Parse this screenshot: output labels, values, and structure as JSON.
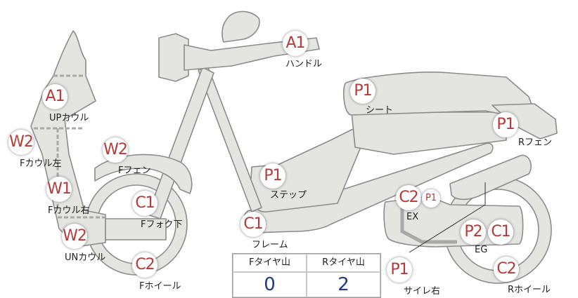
{
  "parts": [
    {
      "id": "handle",
      "grade": "A1",
      "label": "ハンドル"
    },
    {
      "id": "up-cowl",
      "grade": "A1",
      "label": "UPカウル"
    },
    {
      "id": "seat",
      "grade": "P1",
      "label": "シート"
    },
    {
      "id": "r-fender",
      "grade": "P1",
      "label": "Rフェン"
    },
    {
      "id": "f-cowl-left",
      "grade": "W2",
      "label": "Fカウル左"
    },
    {
      "id": "f-fender",
      "grade": "W2",
      "label": "Fフェン"
    },
    {
      "id": "step",
      "grade": "P1",
      "label": "ステップ"
    },
    {
      "id": "f-cowl-right",
      "grade": "W1",
      "label": "Fカウル右"
    },
    {
      "id": "f-fork-lower",
      "grade": "C1",
      "label": "Fフォク下"
    },
    {
      "id": "exhaust",
      "grade": "C2",
      "grade2": "P1",
      "label": "EX"
    },
    {
      "id": "frame",
      "grade": "C1",
      "label": "フレーム"
    },
    {
      "id": "un-cowl",
      "grade": "W2",
      "label": "UNカウル"
    },
    {
      "id": "engine",
      "grade": "P2",
      "grade2": "C1",
      "label": "EG"
    },
    {
      "id": "f-wheel",
      "grade": "C2",
      "label": "Fホイール"
    },
    {
      "id": "muffler-right",
      "grade": "P1",
      "label": "サイレ右"
    },
    {
      "id": "r-wheel",
      "grade": "C2",
      "label": "Rホイール"
    }
  ],
  "tread": {
    "front_label": "Fタイヤ山",
    "rear_label": "Rタイヤ山",
    "front_value": "0",
    "rear_value": "2"
  },
  "colors": {
    "part_fill": "#e4e4e0",
    "outline": "#8c8c8c",
    "grade_text": "#b53a3a",
    "tread_value": "#1e3a8a"
  }
}
